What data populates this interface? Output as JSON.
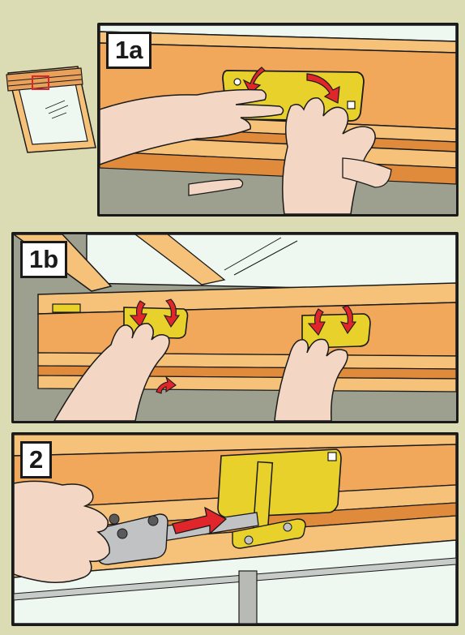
{
  "steps": [
    {
      "id": "1a",
      "label": "1a"
    },
    {
      "id": "1b",
      "label": "1b"
    },
    {
      "id": "2",
      "label": "2"
    }
  ],
  "colors": {
    "background": "#dcdcb4",
    "wood_light": "#f6c27a",
    "wood_mid": "#f2a85a",
    "wood_dark": "#e08a3c",
    "bracket_yellow": "#e8d12a",
    "arrow_red": "#e0262a",
    "glass": "#eef7f0",
    "skin": "#f3d7c4",
    "wall_grey": "#9da08e",
    "outline": "#1a1a1a"
  },
  "icons": {
    "overview": "roof-window-thumbnail-icon",
    "arrows": "red-curved-arrow-icon"
  }
}
